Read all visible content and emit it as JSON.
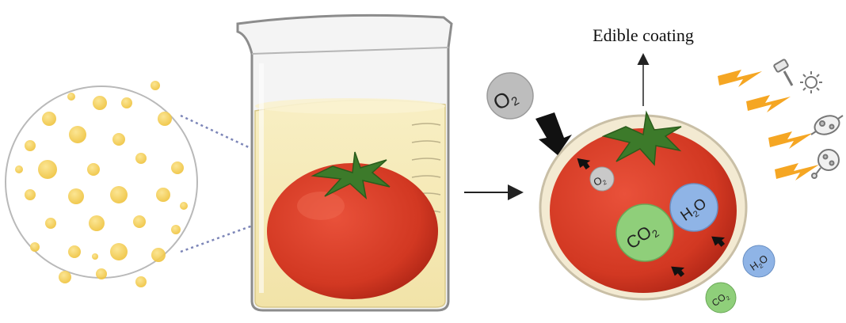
{
  "labels": {
    "edible_coating": "Edible coating"
  },
  "molecules": {
    "o2_base": "O",
    "o2_sub": "2",
    "co2_base": "CO",
    "co2_sub": "2",
    "h2o_h": "H",
    "h2o_sub": "2",
    "h2o_o": "O"
  },
  "stress_factor_icons": [
    "hammer-icon",
    "sun-icon",
    "microbe-icon",
    "bacteria-flask-icon"
  ],
  "colors": {
    "tomato": "#d93a25",
    "tomato_shade": "#b52414",
    "leaf": "#3c7a2a",
    "oxygen": "#bdbdbd",
    "carbon_dioxide": "#8fcf7a",
    "water": "#8fb4e6",
    "liquid": "#f4e7b3",
    "droplet": "#f2c940",
    "lightning": "#f5a623"
  }
}
